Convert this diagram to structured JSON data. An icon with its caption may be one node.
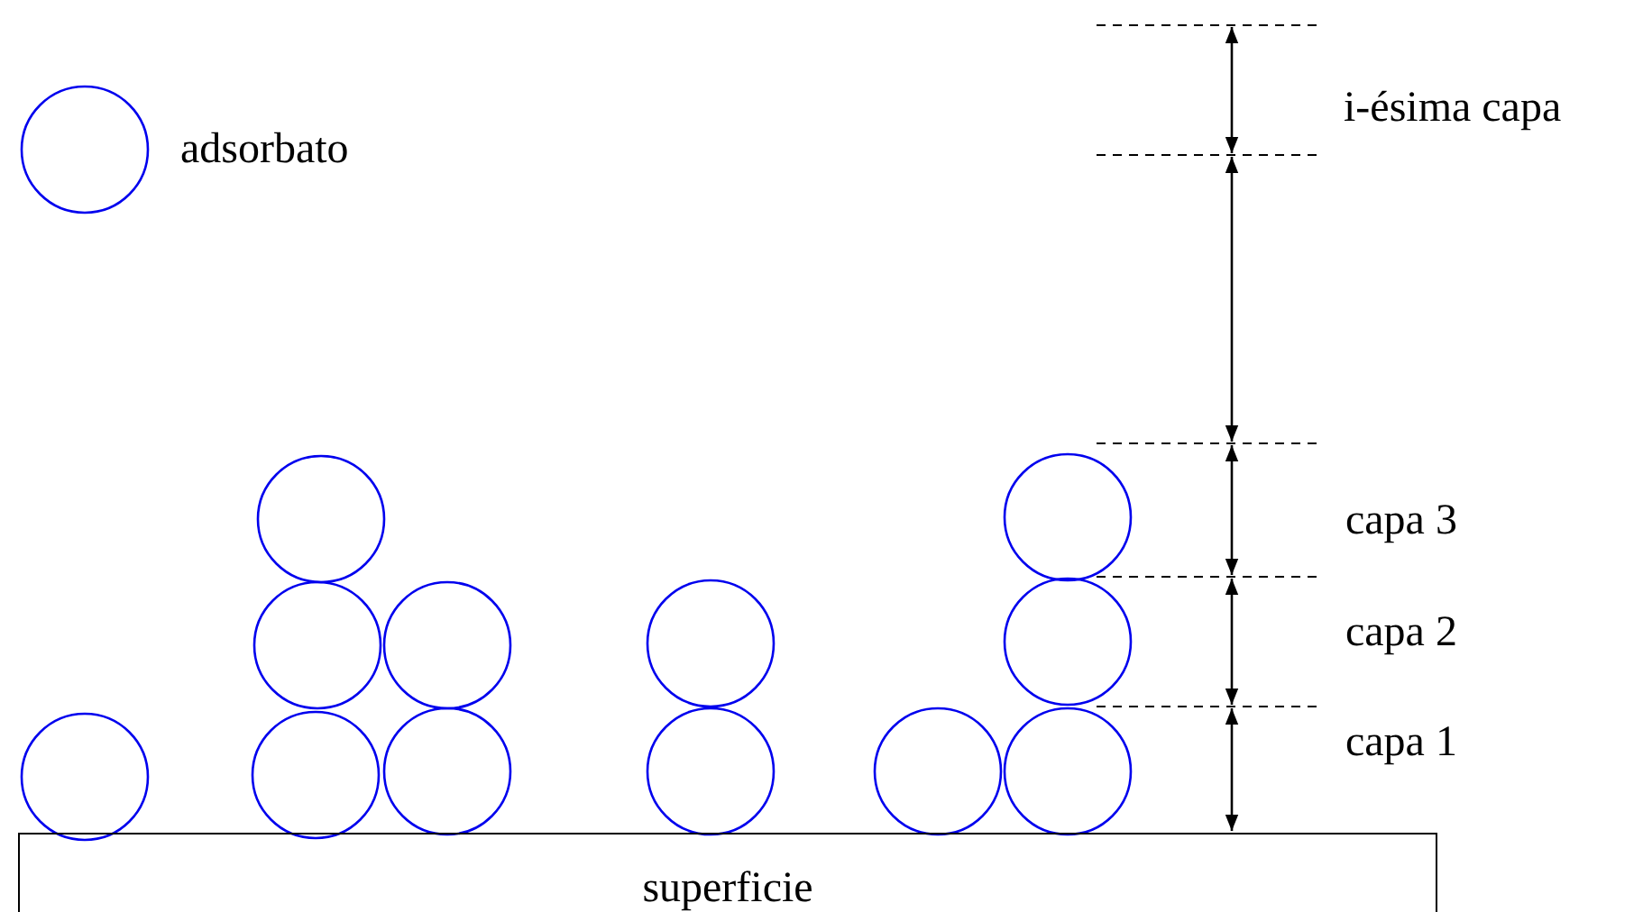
{
  "diagram": {
    "nodes": [
      {
        "text": [
          "superficie"
        ]
      }
    ],
    "labels": [
      "i-ésima capa",
      "capa 3",
      "capa 2",
      "capa 1"
    ],
    "legend": [
      {
        "text": "adsorbato"
      }
    ]
  }
}
